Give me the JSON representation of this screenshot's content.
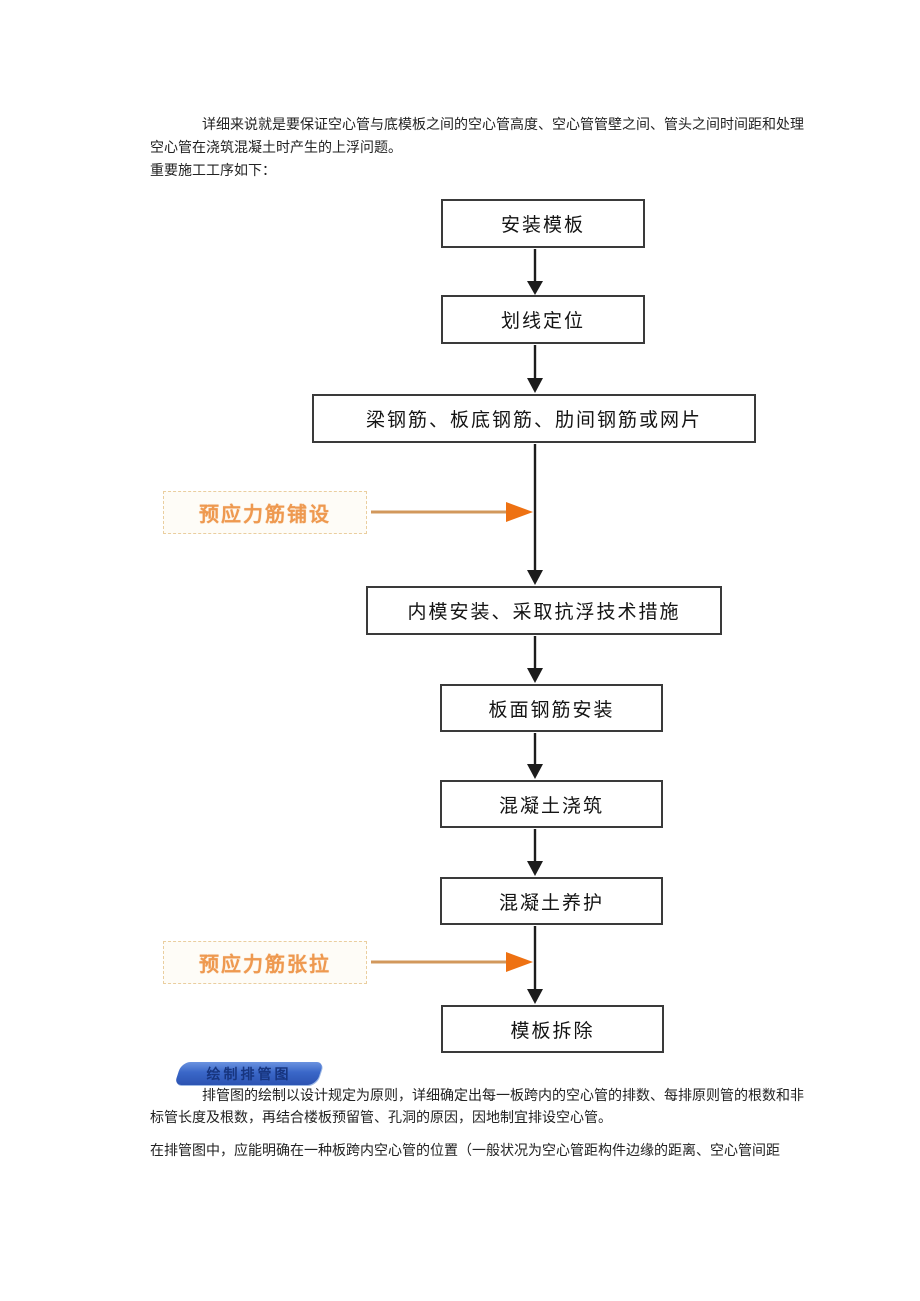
{
  "page": {
    "intro_paragraph": "详细来说就是要保证空心管与底模板之间的空心管高度、空心管管壁之间、管头之间时间距和处理空心管在浇筑混凝土时产生的上浮问题。",
    "intro_lead": "重要施工工序如下：",
    "section_badge": "绘制排管图",
    "body_paragraph_1": "排管图的绘制以设计规定为原则，详细确定出每一板跨内的空心管的排数、每排原则管的根数和非标管长度及根数，再结合楼板预留管、孔洞的原因，因地制宜排设空心管。",
    "body_paragraph_2": "在排管图中，应能明确在一种板跨内空心管的位置（一般状况为空心管距构件边缘的距离、空心管间距"
  },
  "flowchart": {
    "type": "flow",
    "direction": "top-down",
    "steps": [
      {
        "id": 1,
        "label": "安装模板"
      },
      {
        "id": 2,
        "label": "划线定位"
      },
      {
        "id": 3,
        "label": "梁钢筋、板底钢筋、肋间钢筋或网片"
      },
      {
        "id": 4,
        "label": "内模安装、采取抗浮技术措施"
      },
      {
        "id": 5,
        "label": "板面钢筋安装"
      },
      {
        "id": 6,
        "label": "混凝土浇筑"
      },
      {
        "id": 7,
        "label": "混凝土养护"
      },
      {
        "id": 8,
        "label": "模板拆除"
      }
    ],
    "side_inputs": [
      {
        "label": "预应力筋铺设",
        "joins_between": [
          "梁钢筋、板底钢筋、肋间钢筋或网片",
          "内模安装、采取抗浮技术措施"
        ]
      },
      {
        "label": "预应力筋张拉",
        "joins_between": [
          "混凝土养护",
          "模板拆除"
        ]
      }
    ],
    "colors": {
      "box_border": "#3a3a3a",
      "arrow_black": "#1c1c1c",
      "side_accent_text": "#ee9950",
      "side_arrow_line": "#d2985c",
      "side_arrow_head": "#ee7112",
      "badge_blue": "#3a67c8",
      "badge_text_navy": "#17357f"
    }
  }
}
